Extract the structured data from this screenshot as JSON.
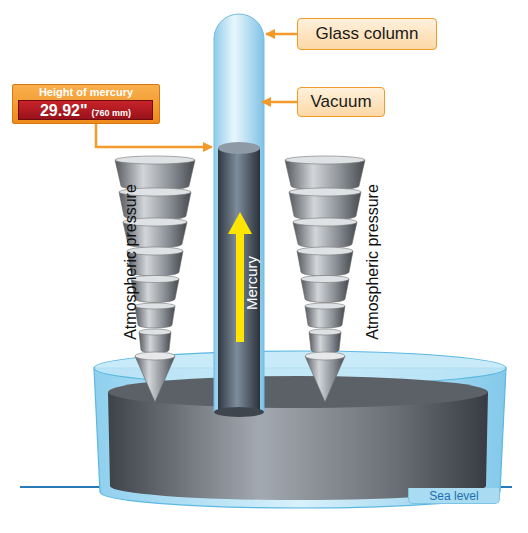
{
  "diagram": {
    "nodes": [
      {
        "text": [
          "Glass column"
        ]
      },
      {
        "text": [
          "Height of mercury"
        ]
      },
      {
        "text": [
          "29.92\"",
          "(760 mm)"
        ],
        "in": 1
      },
      {
        "text": [
          "Vacuum"
        ]
      },
      {
        "text": [
          "Sea level"
        ]
      }
    ],
    "labels": [
      "Atmospheric pressure",
      "Atmospheric pressure",
      "Mercury"
    ]
  }
}
